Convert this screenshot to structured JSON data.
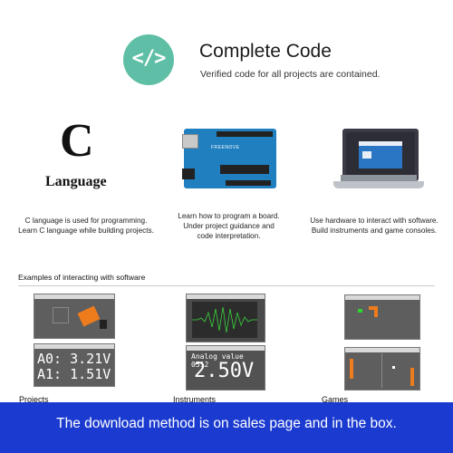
{
  "header": {
    "icon": "code-brackets-icon",
    "icon_glyph": "</>",
    "title": "Complete Code",
    "subtitle": "Verified code for all projects are contained."
  },
  "features": [
    {
      "icon": "c-language-icon",
      "letter": "C",
      "word": "Language",
      "desc_line1": "C language is used for programming.",
      "desc_line2": "Learn C language while building projects."
    },
    {
      "icon": "board-icon",
      "board_logo": "FREENOVE",
      "desc_line1": "Learn how to program a board.",
      "desc_line2": "Under project guidance and",
      "desc_line3": "code interpretation."
    },
    {
      "icon": "laptop-icon",
      "desc_line1": "Use hardware to interact with software.",
      "desc_line2": "Build instruments and game consoles."
    }
  ],
  "examples": {
    "title": "Examples of interacting with software",
    "projects": {
      "caption": "Projects",
      "a0": "A0: 3.21V",
      "a1": "A1: 1.51V"
    },
    "instruments": {
      "caption": "Instruments",
      "analog_label": "Analog value",
      "analog_value": "0512",
      "voltage": "2.50V"
    },
    "games": {
      "caption": "Games"
    }
  },
  "footer": {
    "text": "The download method is on sales page and in the box.",
    "color": "#1b3bd0"
  }
}
